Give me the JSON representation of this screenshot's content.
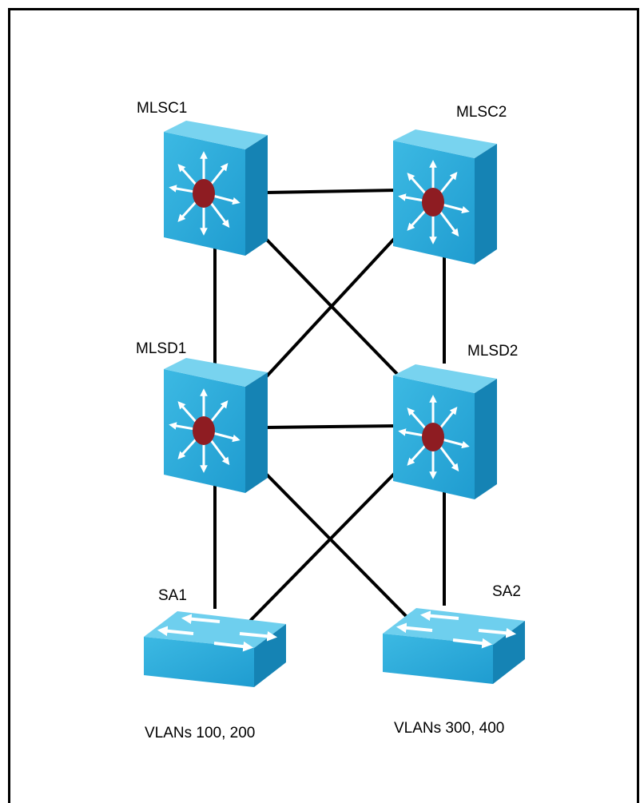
{
  "nodes": [
    {
      "id": "mlsc1",
      "label": "MLSC1",
      "kind": "multilayer-switch"
    },
    {
      "id": "mlsc2",
      "label": "MLSC2",
      "kind": "multilayer-switch"
    },
    {
      "id": "mlsd1",
      "label": "MLSD1",
      "kind": "multilayer-switch"
    },
    {
      "id": "mlsd2",
      "label": "MLSD2",
      "kind": "multilayer-switch"
    },
    {
      "id": "sa1",
      "label": "SA1",
      "kind": "access-switch",
      "note": "VLANs 100, 200"
    },
    {
      "id": "sa2",
      "label": "SA2",
      "kind": "access-switch",
      "note": "VLANs 300, 400"
    }
  ],
  "links": [
    [
      "mlsc1",
      "mlsc2"
    ],
    [
      "mlsc1",
      "mlsd1"
    ],
    [
      "mlsc1",
      "mlsd2"
    ],
    [
      "mlsc2",
      "mlsd1"
    ],
    [
      "mlsc2",
      "mlsd2"
    ],
    [
      "mlsd1",
      "mlsd2"
    ],
    [
      "mlsd1",
      "sa1"
    ],
    [
      "mlsd1",
      "sa2"
    ],
    [
      "mlsd2",
      "sa1"
    ],
    [
      "mlsd2",
      "sa2"
    ]
  ],
  "colors": {
    "switch_front": "#29a8d6",
    "switch_top": "#6fd0ef",
    "switch_side": "#1585b6",
    "router_hub": "#8e1c22",
    "link": "#000000"
  }
}
